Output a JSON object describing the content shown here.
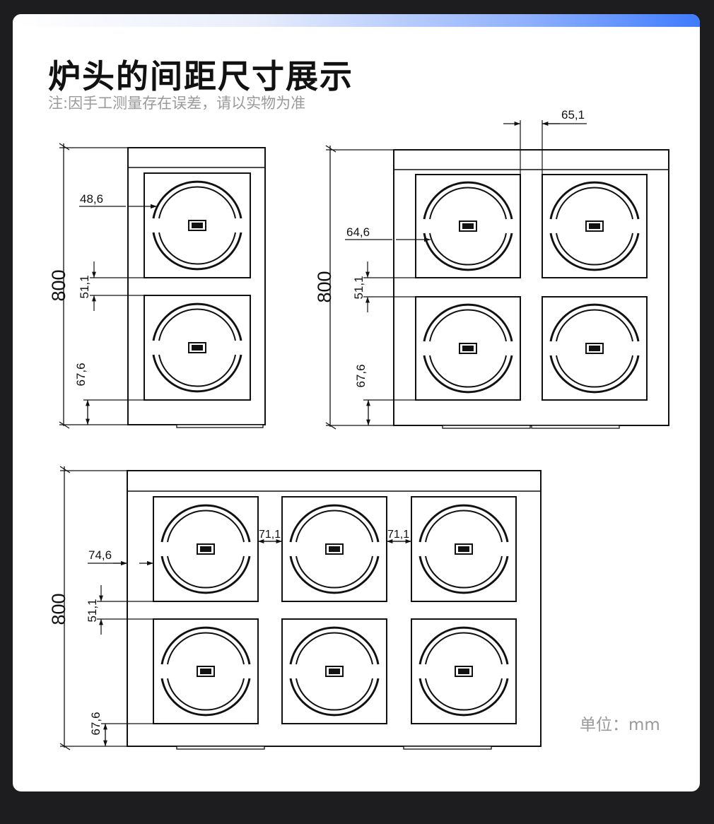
{
  "page": {
    "title": "炉头的间距尺寸展示",
    "note": "注:因手工测量存在误差，请以实物为准",
    "unit": "单位：mm",
    "colors": {
      "background": "#1d1d1f",
      "card": "#ffffff",
      "accent": "#3f7bff",
      "line": "#111111",
      "muted": "#9a9a9a"
    }
  },
  "drawings": {
    "two_burner": {
      "height": "800",
      "side_margin": "48,6",
      "gap": "51,1",
      "bottom_margin": "67,6",
      "burner_label": "IIII"
    },
    "four_burner": {
      "height": "800",
      "side_margin": "64,6",
      "gap": "51,1",
      "bottom_margin": "67,6",
      "column_gap": "65,1",
      "burner_label": "IIII"
    },
    "six_burner": {
      "height": "800",
      "side_margin": "74,6",
      "gap": "51,1",
      "bottom_margin": "67,6",
      "column_gap_1": "71,1",
      "column_gap_2": "71,1",
      "burner_label": "IIII"
    }
  }
}
